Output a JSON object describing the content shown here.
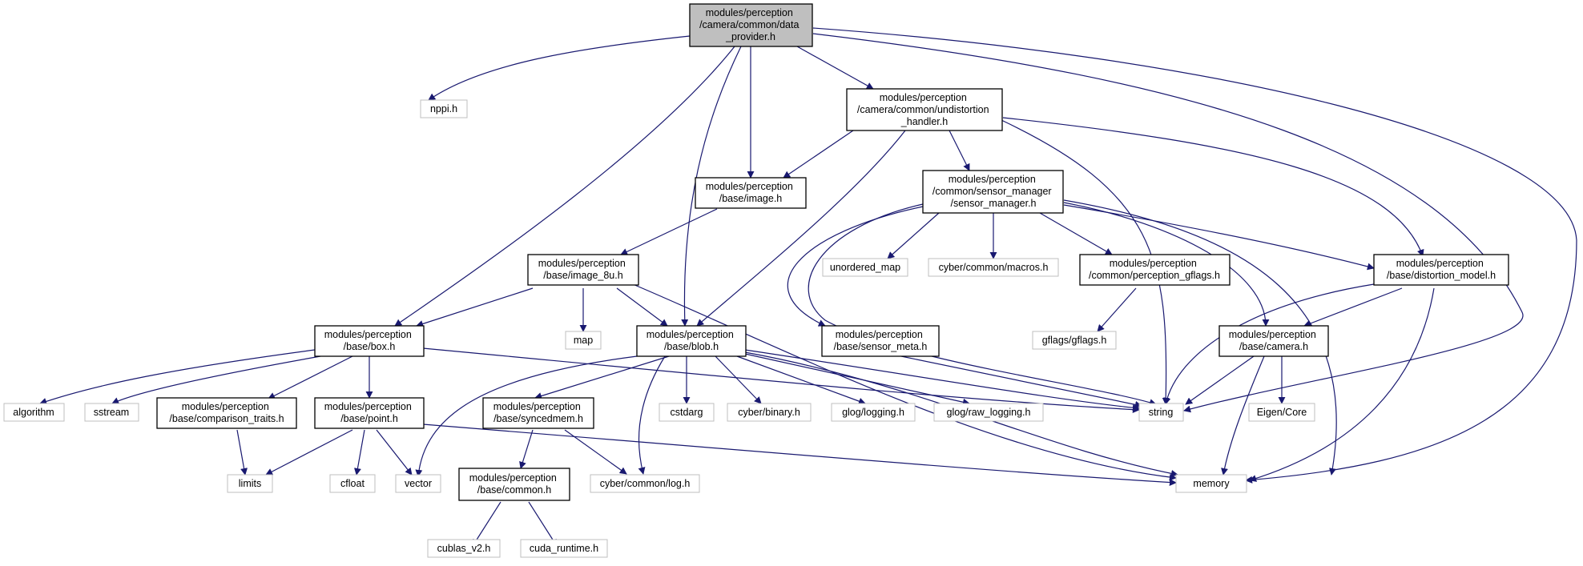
{
  "colors": {
    "edge": "#191970",
    "root_fill": "#bfbfbf",
    "external_border": "#bfbfbf",
    "internal_border": "#000000"
  },
  "nodes": {
    "data_provider": {
      "lines": [
        "modules/perception",
        "/camera/common/data",
        "_provider.h"
      ]
    },
    "nppi": {
      "lines": [
        "nppi.h"
      ]
    },
    "undistortion": {
      "lines": [
        "modules/perception",
        "/camera/common/undistortion",
        "_handler.h"
      ]
    },
    "image": {
      "lines": [
        "modules/perception",
        "/base/image.h"
      ]
    },
    "sensor_manager": {
      "lines": [
        "modules/perception",
        "/common/sensor_manager",
        "/sensor_manager.h"
      ]
    },
    "image_8u": {
      "lines": [
        "modules/perception",
        "/base/image_8u.h"
      ]
    },
    "unordered_map": {
      "lines": [
        "unordered_map"
      ]
    },
    "macros": {
      "lines": [
        "cyber/common/macros.h"
      ]
    },
    "perception_gflags": {
      "lines": [
        "modules/perception",
        "/common/perception_gflags.h"
      ]
    },
    "distortion_model": {
      "lines": [
        "modules/perception",
        "/base/distortion_model.h"
      ]
    },
    "box": {
      "lines": [
        "modules/perception",
        "/base/box.h"
      ]
    },
    "map": {
      "lines": [
        "map"
      ]
    },
    "blob": {
      "lines": [
        "modules/perception",
        "/base/blob.h"
      ]
    },
    "sensor_meta": {
      "lines": [
        "modules/perception",
        "/base/sensor_meta.h"
      ]
    },
    "gflags": {
      "lines": [
        "gflags/gflags.h"
      ]
    },
    "camera": {
      "lines": [
        "modules/perception",
        "/base/camera.h"
      ]
    },
    "algorithm": {
      "lines": [
        "algorithm"
      ]
    },
    "sstream": {
      "lines": [
        "sstream"
      ]
    },
    "comparison_traits": {
      "lines": [
        "modules/perception",
        "/base/comparison_traits.h"
      ]
    },
    "point": {
      "lines": [
        "modules/perception",
        "/base/point.h"
      ]
    },
    "syncedmem": {
      "lines": [
        "modules/perception",
        "/base/syncedmem.h"
      ]
    },
    "cstdarg": {
      "lines": [
        "cstdarg"
      ]
    },
    "binary": {
      "lines": [
        "cyber/binary.h"
      ]
    },
    "logging": {
      "lines": [
        "glog/logging.h"
      ]
    },
    "raw_logging": {
      "lines": [
        "glog/raw_logging.h"
      ]
    },
    "string": {
      "lines": [
        "string"
      ]
    },
    "eigen": {
      "lines": [
        "Eigen/Core"
      ]
    },
    "limits": {
      "lines": [
        "limits"
      ]
    },
    "cfloat": {
      "lines": [
        "cfloat"
      ]
    },
    "vector": {
      "lines": [
        "vector"
      ]
    },
    "common": {
      "lines": [
        "modules/perception",
        "/base/common.h"
      ]
    },
    "log": {
      "lines": [
        "cyber/common/log.h"
      ]
    },
    "memory": {
      "lines": [
        "memory"
      ]
    },
    "cublas": {
      "lines": [
        "cublas_v2.h"
      ]
    },
    "cuda_runtime": {
      "lines": [
        "cuda_runtime.h"
      ]
    }
  }
}
